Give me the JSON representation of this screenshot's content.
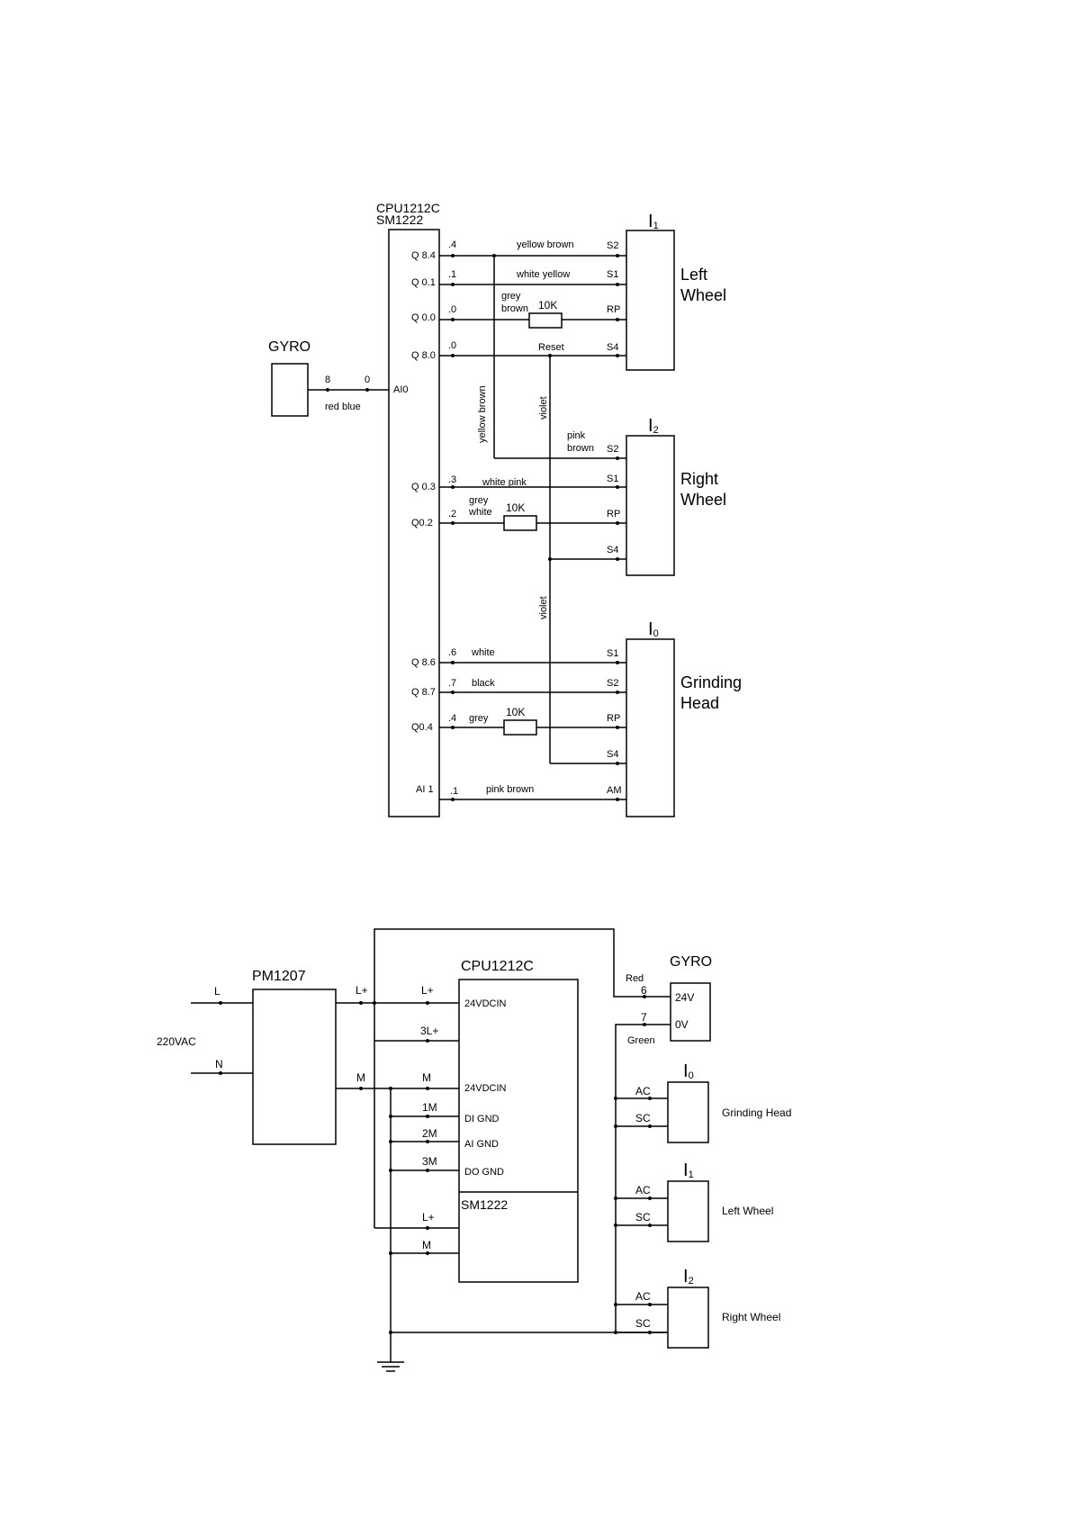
{
  "top": {
    "cpu_line1": "CPU1212C",
    "cpu_line2": "SM1222",
    "gyro": "GYRO",
    "gyro_pin_a": "8",
    "gyro_pin_b": "0",
    "gyro_wire": "red blue",
    "ai0": "AI0",
    "ports": {
      "q84": "Q 8.4",
      "q01": "Q 0.1",
      "q00": "Q 0.0",
      "q80": "Q 8.0",
      "q03": "Q 0.3",
      "q02": "Q0.2",
      "q86": "Q 8.6",
      "q87": "Q 8.7",
      "q04": "Q0.4",
      "ai1": "AI 1"
    },
    "bits": {
      "b84": ".4",
      "b01": ".1",
      "b00": ".0",
      "b80": ".0",
      "b03": ".3",
      "b02": ".2",
      "b86": ".6",
      "b87": ".7",
      "b04": ".4",
      "bai1": ".1"
    },
    "wires": {
      "yellow_brown": "yellow brown",
      "white_yellow": "white yellow",
      "grey": "grey",
      "brown": "brown",
      "reset": "Reset",
      "yellow_brown_v": "yellow brown",
      "violet_1": "violet",
      "pink": "pink",
      "brown_2": "brown",
      "white_pink": "white pink",
      "grey_2": "grey",
      "white": "white",
      "violet_2": "violet",
      "white_2": "white",
      "black": "black",
      "grey_3": "grey",
      "pink_brown": "pink  brown"
    },
    "resistor": "10K",
    "pins": {
      "s2": "S2",
      "s1": "S1",
      "rp": "RP",
      "s4": "S4",
      "am": "AM"
    },
    "devices": {
      "i1": "I",
      "i1_sub": "1",
      "i2": "I",
      "i2_sub": "2",
      "i0": "I",
      "i0_sub": "0",
      "left_1": "Left",
      "left_2": "Wheel",
      "right_1": "Right",
      "right_2": "Wheel",
      "grind_1": "Grinding",
      "grind_2": "Head"
    }
  },
  "bottom": {
    "pm": "PM1207",
    "L": "L",
    "N": "N",
    "vac": "220VAC",
    "lplus": "L+",
    "M": "M",
    "cpu": "CPU1212C",
    "sm": "SM1222",
    "terminals": {
      "lplus": "L+",
      "lplus_in": "24VDCIN",
      "l3": "3L+",
      "m": "M",
      "m_in": "24VDCIN",
      "m1": "1M",
      "di": "DI GND",
      "m2": "2M",
      "ai": "AI GND",
      "m3": "3M",
      "do": "DO GND",
      "sm_lplus": "L+",
      "sm_m": "M"
    },
    "gyro": "GYRO",
    "red": "Red",
    "pin6": "6",
    "pin7": "7",
    "green": "Green",
    "v24": "24V",
    "v0": "0V",
    "ac": "AC",
    "sc": "SC",
    "i": "I",
    "i0_sub": "0",
    "i1_sub": "1",
    "i2_sub": "2",
    "grinding_head": "Grinding Head",
    "left_wheel": "Left Wheel",
    "right_wheel": "Right  Wheel"
  }
}
